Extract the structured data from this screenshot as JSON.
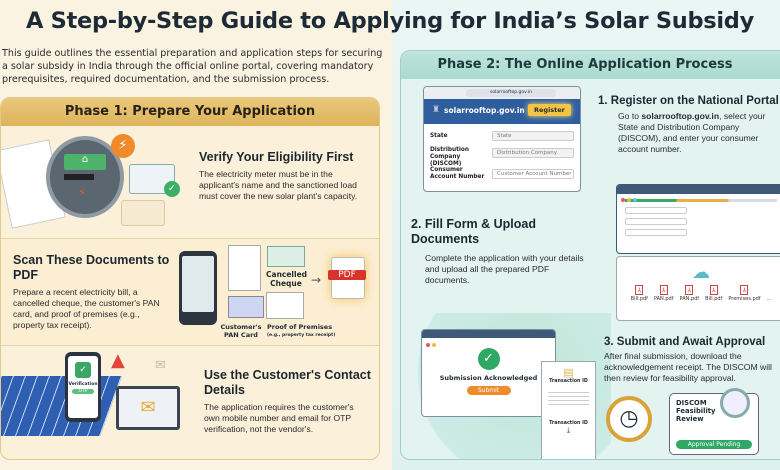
{
  "title": "A Step-by-Step Guide to Applying for India’s Solar Subsidy",
  "intro": "This guide outlines the essential preparation and application steps for securing a solar subsidy in India through the official online portal, covering mandatory prerequisites, required documentation, and the submission process.",
  "phase1": {
    "header": "Phase 1: Prepare Your Application",
    "steps": [
      {
        "title": "Verify Your Eligibility First",
        "text": "The electricity meter must be in the applicant's name and the sanctioned load must cover the new solar plant's capacity."
      },
      {
        "title": "Scan These Documents to PDF",
        "text": "Prepare a recent electricity bill, a cancelled cheque, the customer's PAN card, and proof of premises (e.g., property tax receipt).",
        "labels": {
          "cheque": "Cancelled Cheque",
          "pan": "Customer's PAN Card",
          "premises": "Proof of Premises",
          "premises_note": "(e.g., property tax receipt)",
          "pdf": "PDF"
        }
      },
      {
        "title": "Use the Customer's Contact Details",
        "text": "The application requires the customer's own mobile number and email for OTP verification, not the vendor's.",
        "labels": {
          "verification": "Verification",
          "otp": "OTP"
        }
      }
    ]
  },
  "phase2": {
    "header": "Phase 2: The Online Application Process",
    "portal": {
      "url": "solarrooftop.gov.in",
      "site_name": "solarrooftop.gov.in",
      "register": "Register",
      "fields": [
        {
          "label": "State",
          "placeholder": "State"
        },
        {
          "label": "Distribution Company (DISCOM)",
          "placeholder": "Distribution Company"
        },
        {
          "label": "Consumer Account Number",
          "placeholder": "Customer Account Number"
        }
      ]
    },
    "steps": [
      {
        "title": "1. Register on the National Portal",
        "text_pre": "Go to ",
        "text_bold": "solarrooftop.gov.in",
        "text_post": ", select your State and Distribution Company (DISCOM), and enter your consumer account number."
      },
      {
        "title": "2. Fill Form & Upload Documents",
        "text": "Complete the application with your details and upload all the prepared PDF documents.",
        "files": [
          "Bill.pdf",
          "PAN.pdf",
          "PAN.pdf",
          "Bill.pdf",
          "Premises.pdf"
        ],
        "more": "..."
      },
      {
        "title": "3. Submit and Await Approval",
        "text": "After final submission, download the acknowledgement receipt. The DISCOM will then review for feasibility approval.",
        "ack": "Submission Acknowledged",
        "submit": "Submit",
        "receipt_id": "Transaction ID",
        "receipt_id2": "Transaction ID",
        "review_title": "DISCOM Feasibility Review",
        "status": "Approval Pending"
      }
    ]
  },
  "colors": {
    "gold": "#ddb35a",
    "teal": "#a9dad0",
    "green": "#2fa866",
    "orange": "#f08a2a",
    "pdf_red": "#d9342b"
  }
}
